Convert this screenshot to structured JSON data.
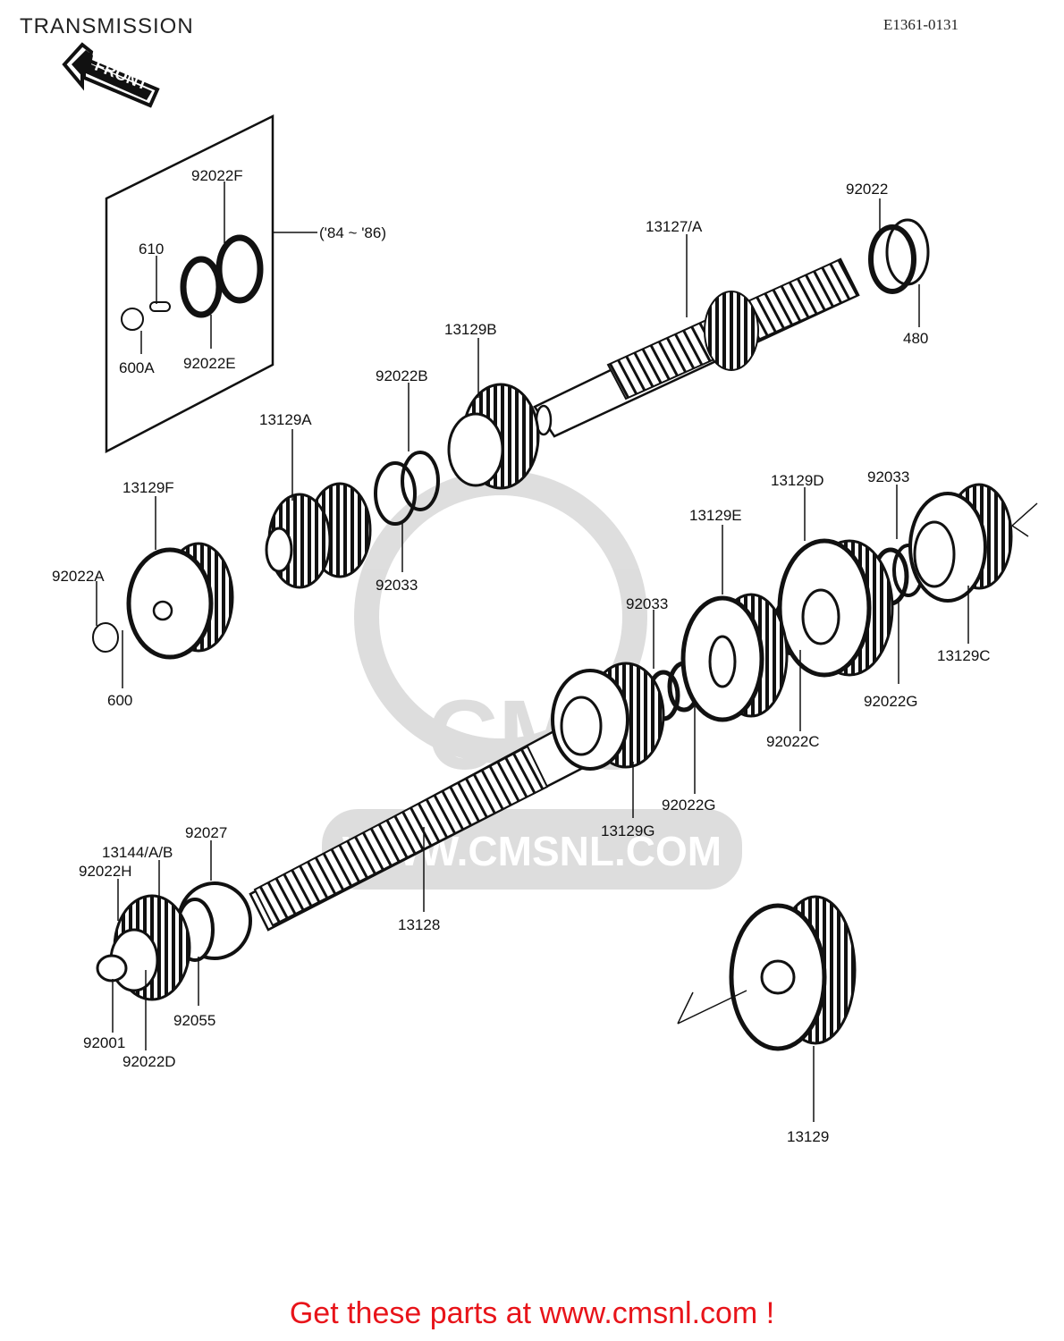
{
  "header": {
    "title": "TRANSMISSION",
    "diagram_code": "E1361-0131"
  },
  "front_arrow_label": "FRONT",
  "year_note": "('84 ~ '86)",
  "watermark": {
    "logo": "CMS",
    "url": "WWW.CMSNL.COM"
  },
  "parts": {
    "p92022F": "92022F",
    "p610": "610",
    "p600A": "600A",
    "p92022E": "92022E",
    "p92022": "92022",
    "p480": "480",
    "p13127A": "13127/A",
    "p13129B": "13129B",
    "p92022B": "92022B",
    "p13129A": "13129A",
    "p92033_top": "92033",
    "p13129F": "13129F",
    "p92022A": "92022A",
    "p600": "600",
    "p13129D": "13129D",
    "p92033_right": "92033",
    "p13129E": "13129E",
    "p13129C": "13129C",
    "p92033_mid": "92033",
    "p92022G_right": "92022G",
    "p92022C": "92022C",
    "p92022G_mid": "92022G",
    "p13129G": "13129G",
    "p92027": "92027",
    "p13144AB": "13144/A/B",
    "p92022H": "92022H",
    "p13128": "13128",
    "p92055": "92055",
    "p92001": "92001",
    "p92022D": "92022D",
    "p13129": "13129"
  },
  "footer": {
    "text": "Get these parts at www.cmsnl.com !",
    "color": "#e8141a"
  }
}
